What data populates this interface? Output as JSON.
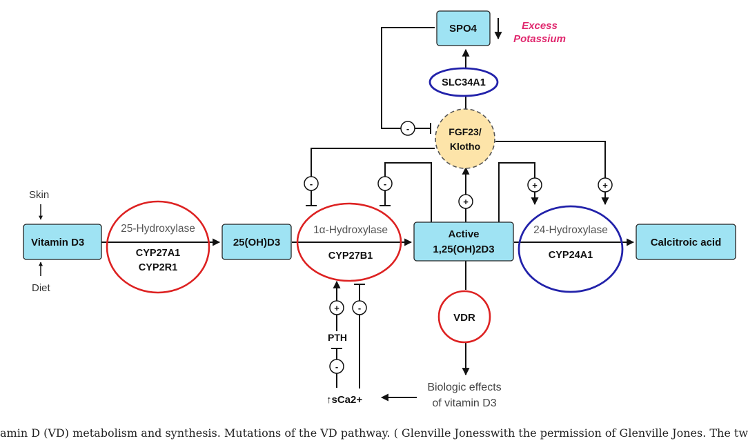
{
  "boxes": {
    "vitamin_d3": "Vitamin D3",
    "calcidiol": "25(OH)D3",
    "active_line1": "Active",
    "active_line2": "1,25(OH)2D3",
    "calcitroic": "Calcitroic acid",
    "spo4": "SPO4"
  },
  "enzymes": {
    "hydroxylase25": {
      "name": "25-Hydroxylase",
      "gene1": "CYP27A1",
      "gene2": "CYP2R1"
    },
    "hydroxylase1a": {
      "name": "1α-Hydroxylase",
      "gene1": "CYP27B1"
    },
    "hydroxylase24": {
      "name": "24-Hydroxylase",
      "gene1": "CYP24A1"
    }
  },
  "circles": {
    "slc": "SLC34A1",
    "vdr": "VDR",
    "fgf_line1": "FGF23/",
    "fgf_line2": "Klotho"
  },
  "labels": {
    "skin": "Skin",
    "diet": "Diet",
    "pth": "PTH",
    "sca": "↑sCa2+",
    "biologic_line1": "Biologic effects",
    "biologic_line2": "of vitamin D3",
    "excess_line1": "Excess",
    "excess_line2": "Potassium"
  },
  "signs": {
    "plus": "+",
    "minus": "-"
  },
  "caption": "amin D (VD) metabolism and synthesis. Mutations of the VD pathway. ( Glenville Jonesswith the permission of Glenville Jones. The tw"
}
